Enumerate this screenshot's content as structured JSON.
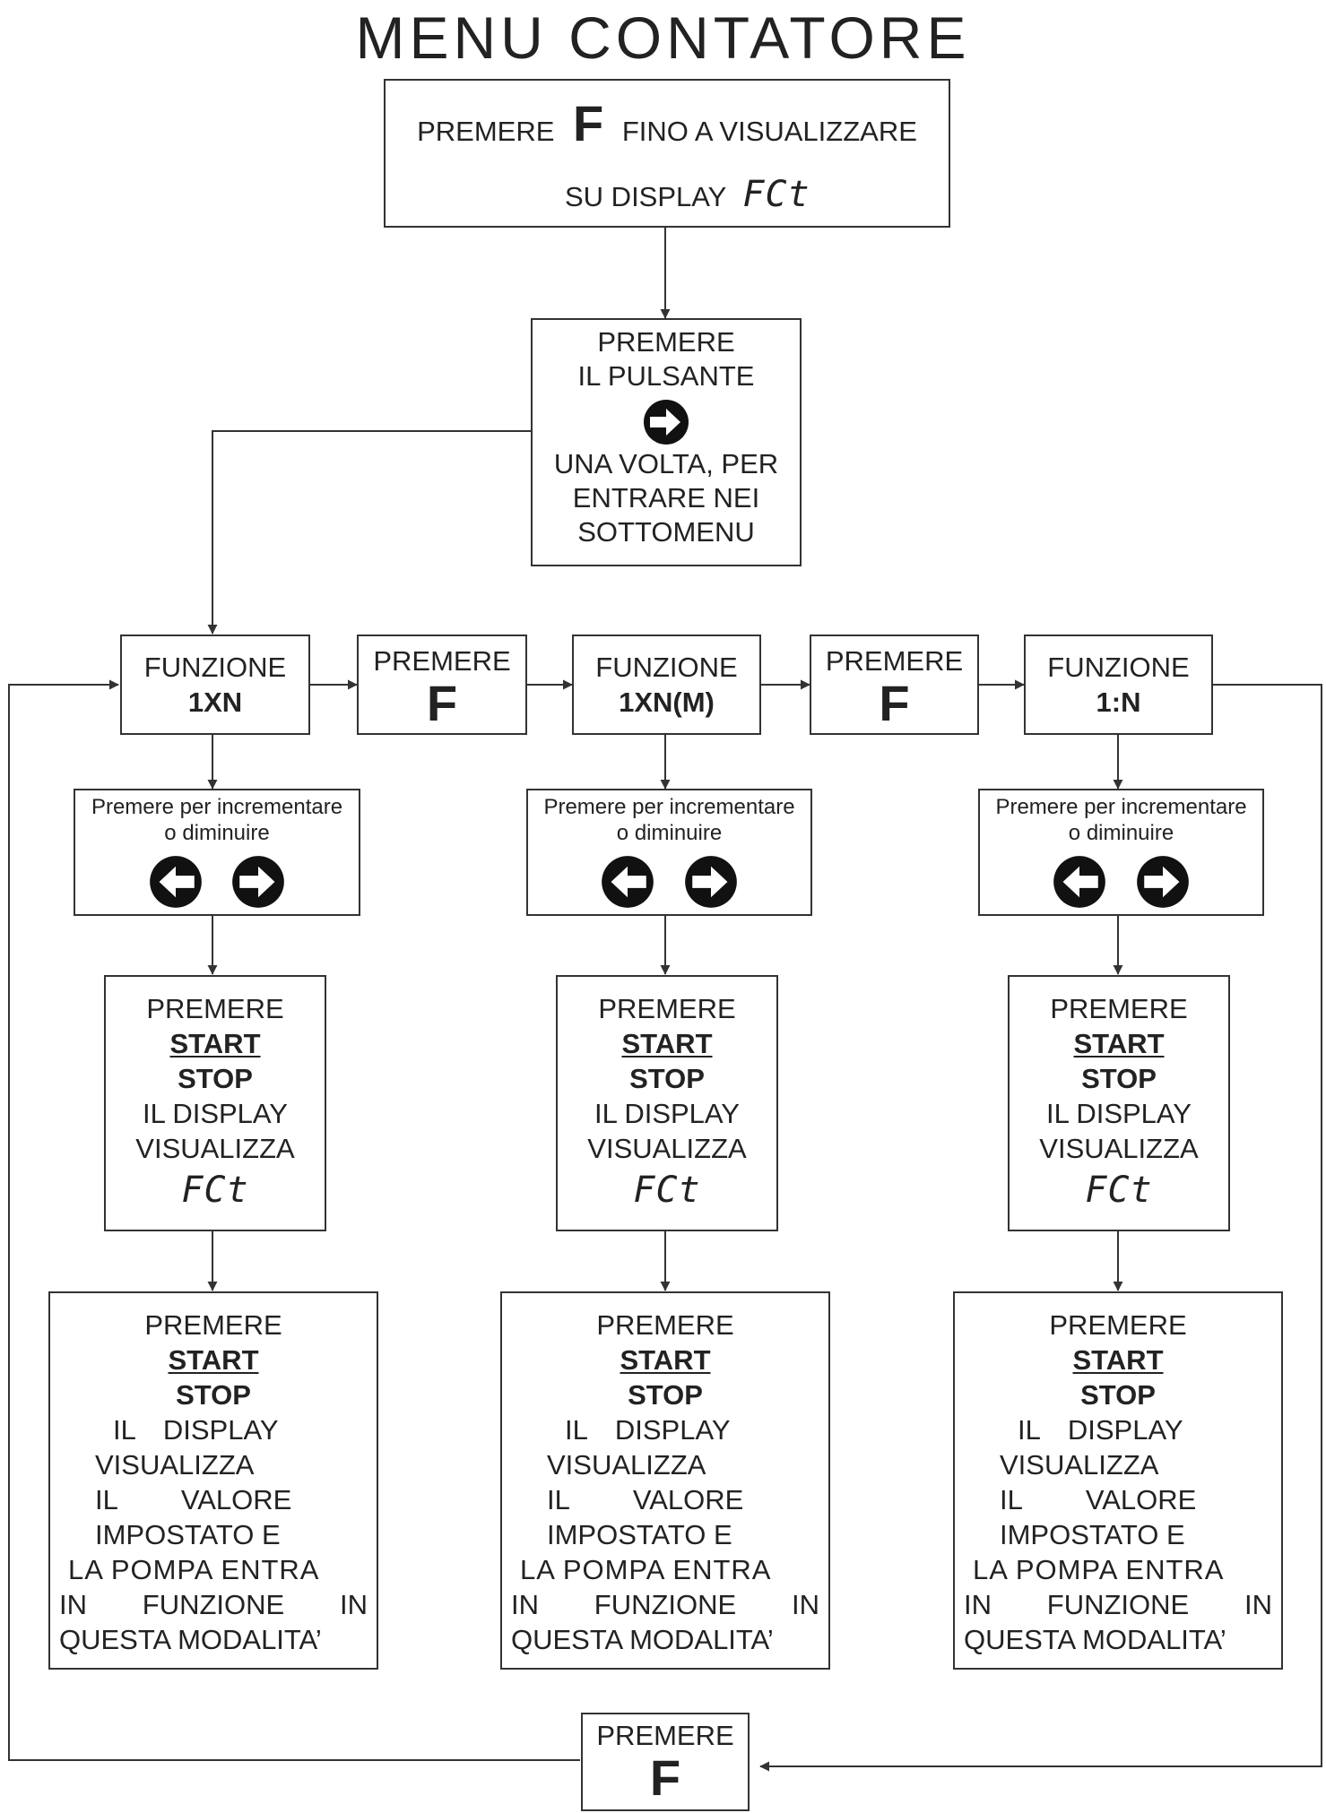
{
  "title": "MENU CONTATORE",
  "box_top": {
    "text_a": "PREMERE",
    "key": "F",
    "text_b": "FINO A VISUALIZZARE",
    "text_c": "SU DISPLAY",
    "display_code": "FCt"
  },
  "box_pulsante": {
    "line1": "PREMERE",
    "line2": "IL PULSANTE",
    "line3": "UNA VOLTA, PER",
    "line4": "ENTRARE NEI",
    "line5": "SOTTOMENU",
    "icon": "right-arrow-button-icon"
  },
  "functions": [
    {
      "label": "FUNZIONE",
      "name": "1XN"
    },
    {
      "label": "FUNZIONE",
      "name": "1XN(M)"
    },
    {
      "label": "FUNZIONE",
      "name": "1:N"
    }
  ],
  "press_f": {
    "label": "PREMERE",
    "key": "F"
  },
  "adjust": {
    "line1": "Premere per incrementare",
    "line2": "o diminuire",
    "icons": [
      "left-arrow-button-icon",
      "right-arrow-button-icon"
    ]
  },
  "start_box": {
    "line1": "PREMERE",
    "start": "START",
    "stop": "STOP",
    "line4": "IL DISPLAY",
    "line5": "VISUALIZZA",
    "display_code": "FCt"
  },
  "value_box": {
    "line1": "PREMERE",
    "start": "START",
    "stop": "STOP",
    "line4a": "IL",
    "line4b": "DISPLAY",
    "line5": "VISUALIZZA",
    "line6a": "IL",
    "line6b": "VALORE",
    "line7": "IMPOSTATO E",
    "line8": "LA POMPA ENTRA",
    "line9a": "IN",
    "line9b": "FUNZIONE",
    "line9c": "IN",
    "line10": "QUESTA MODALITA’"
  },
  "bottom_box": {
    "label": "PREMERE",
    "key": "F"
  },
  "colors": {
    "line": "#333333",
    "text": "#222222",
    "background": "#ffffff"
  }
}
